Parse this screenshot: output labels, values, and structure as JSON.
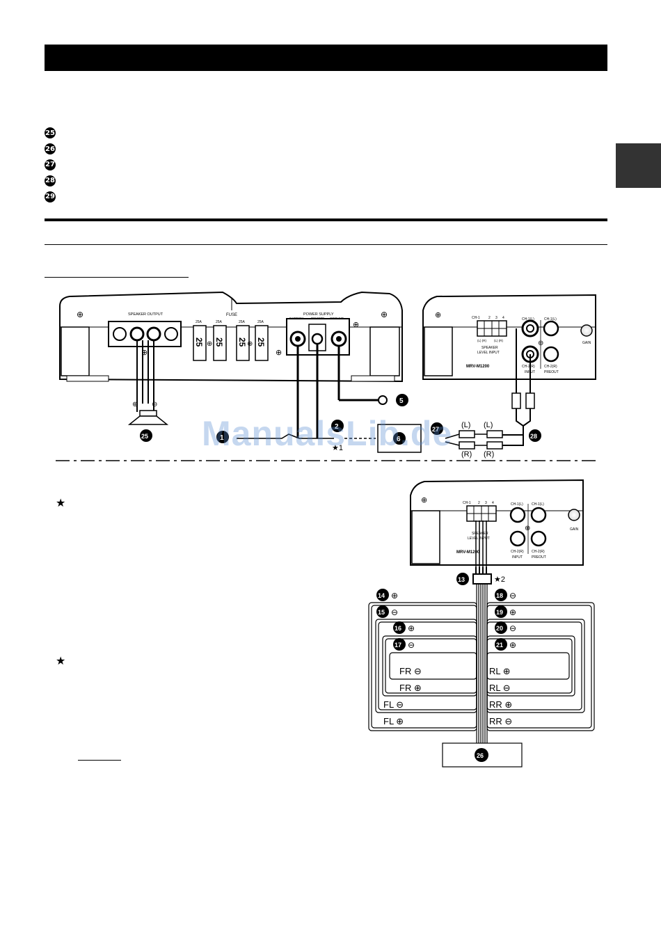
{
  "page": {
    "legend_badges": [
      "25",
      "26",
      "27",
      "28",
      "29"
    ],
    "stars": [
      "★",
      "★"
    ]
  },
  "amp_left": {
    "speaker_output_label": "SPEAKER OUTPUT",
    "fuse_label": "FUSE",
    "power_supply_label": "POWER SUPPLY",
    "power_terminals": [
      "BATTERY",
      "REMOTE",
      "GROUND"
    ],
    "fuse_ratings": [
      "25A",
      "25A",
      "25A",
      "25A"
    ],
    "fuse_values": [
      "25",
      "25",
      "25",
      "25"
    ],
    "speaker_polarity": [
      "⊕",
      "⊖"
    ],
    "plus_symbol": "⊕"
  },
  "amp_right_top": {
    "ch_label": "CH-1",
    "ch_numbers": [
      "2",
      "3",
      "4"
    ],
    "speaker_level_input": [
      "SPEAKER",
      "LEVEL INPUT"
    ],
    "model": "MRV-M1200",
    "jacks": [
      "CH-1(L)",
      "CH-1(L)",
      "CH-2(R)",
      "CH-2(R)"
    ],
    "input_label": "INPUT",
    "preout_label": "PREOUT",
    "gain_label": "GAIN",
    "lr_labels": [
      "(L) (R)",
      "(L) (R)"
    ]
  },
  "amp_right_bottom": {
    "ch_label": "CH-1",
    "ch_numbers": [
      "2",
      "3",
      "4"
    ],
    "speaker_level_input": [
      "SPEAKER",
      "LEVEL INPUT"
    ],
    "model": "MRV-M1200",
    "jacks": [
      "CH-1(L)",
      "CH-1(L)",
      "CH-2(R)",
      "CH-2(R)"
    ],
    "input_label": "INPUT",
    "preout_label": "PREOUT",
    "gain_label": "GAIN"
  },
  "callouts": {
    "ground": "5",
    "speaker": "25",
    "battery": "1",
    "remote": "2",
    "headunit_small": "6",
    "rca_num": "27",
    "rca_cable": "28",
    "harness": "13",
    "headunit": "26",
    "star1": "★1",
    "star2": "★2"
  },
  "rca_labels": [
    "(L)",
    "(L)",
    "(R)",
    "(R)"
  ],
  "wire_labels_left": [
    {
      "num": "14",
      "sign": "⊕"
    },
    {
      "num": "15",
      "sign": "⊖"
    },
    {
      "num": "16",
      "sign": "⊕"
    },
    {
      "num": "17",
      "sign": "⊖"
    }
  ],
  "wire_labels_right": [
    {
      "num": "18",
      "sign": "⊖"
    },
    {
      "num": "19",
      "sign": "⊕"
    },
    {
      "num": "20",
      "sign": "⊖"
    },
    {
      "num": "21",
      "sign": "⊕"
    }
  ],
  "speaker_outputs": {
    "left": [
      "FR ⊖",
      "FR ⊕",
      "FL ⊖",
      "FL ⊕"
    ],
    "right": [
      "RL ⊕",
      "RL ⊖",
      "RR ⊕",
      "RR ⊖"
    ]
  },
  "watermark": "ManualsLib.de"
}
